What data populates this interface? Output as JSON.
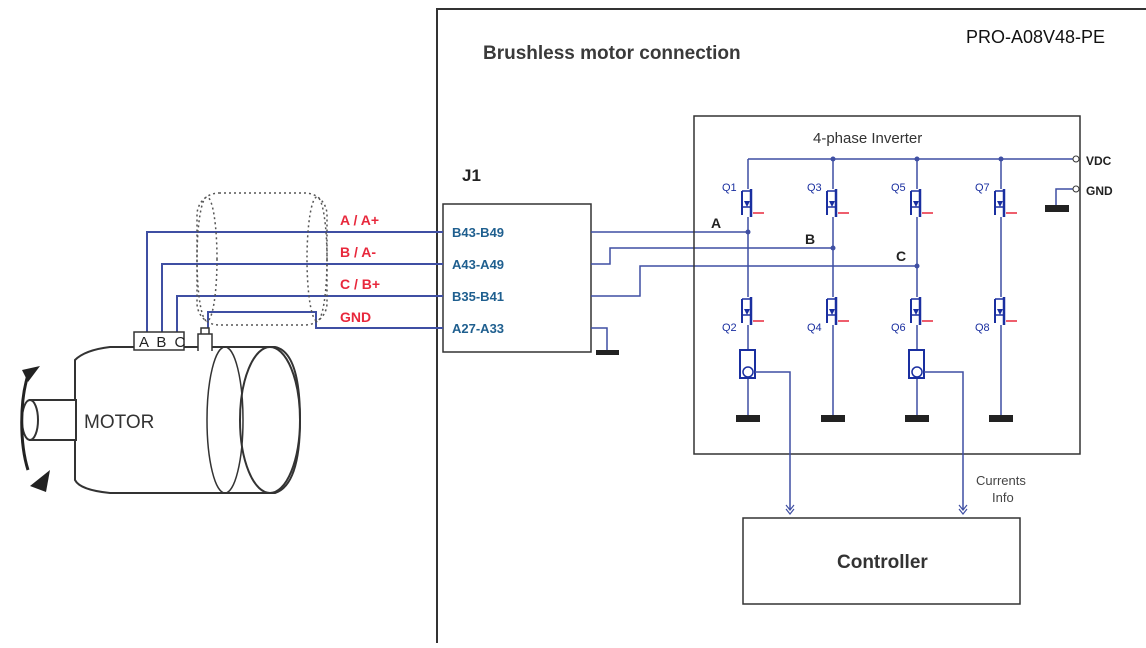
{
  "diagram": {
    "title": "Brushless motor connection",
    "model": "PRO-A08V48-PE",
    "connector": "J1",
    "pins": [
      "B43-B49",
      "A43-A49",
      "B35-B41",
      "A27-A33"
    ],
    "wire_labels": [
      "A / A+",
      "B / A-",
      "C / B+",
      "GND"
    ],
    "phase_labels": [
      "A",
      "B",
      "C"
    ],
    "inverter_title": "4-phase Inverter",
    "transistors": [
      "Q1",
      "Q2",
      "Q3",
      "Q4",
      "Q5",
      "Q6",
      "Q7",
      "Q8"
    ],
    "supply": [
      "VDC",
      "GND"
    ],
    "motor": {
      "label": "MOTOR",
      "terminals": "A B C"
    },
    "controller": "Controller",
    "currents_info": [
      "Currents",
      "Info"
    ],
    "colors": {
      "wire": "#3f4fa3",
      "wire_label": "#e8283c",
      "pin_label": "#1f5f8f",
      "transistor": "#1a2fa0",
      "ground": "#222222"
    }
  }
}
